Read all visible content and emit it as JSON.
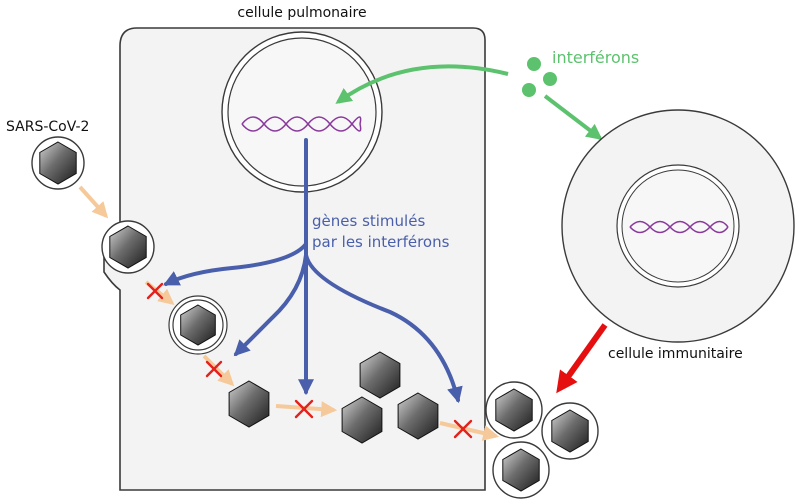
{
  "labels": {
    "lung_cell": "cellule pulmonaire",
    "virus": "SARS-CoV-2",
    "interferons": "interférons",
    "isg_line1": "gènes stimulés",
    "isg_line2": "par les interférons",
    "immune_cell": "cellule immunitaire"
  },
  "colors": {
    "interferon_green": "#5cc26e",
    "isg_blue": "#4a5fab",
    "viral_path_orange": "#f6c99a",
    "block_red": "#e4211c",
    "immune_attack_red": "#e50f0f",
    "dna_purple": "#8a3a9c",
    "cell_fill": "#f3f3f3",
    "nucleus_fill": "#f7f7f7",
    "outline": "#3a3a3a"
  },
  "icons": {
    "virion": "hexagon-virus-icon",
    "block": "red-cross-icon",
    "dna": "double-helix-icon",
    "interferon": "green-dot-icon"
  }
}
